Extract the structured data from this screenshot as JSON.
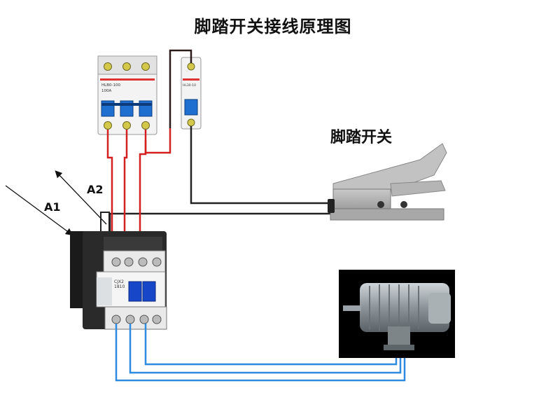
{
  "title": "脚踏开关接线原理图",
  "foot_switch_label": "脚踏开关",
  "coil_terminals": {
    "a1": "A1",
    "a2": "A2"
  },
  "breaker_3p_text": [
    "HLB0-100",
    "100A"
  ],
  "breaker_1p_text": [
    "HL30-10"
  ],
  "contactor_text": [
    "CJX2",
    "1810"
  ]
}
